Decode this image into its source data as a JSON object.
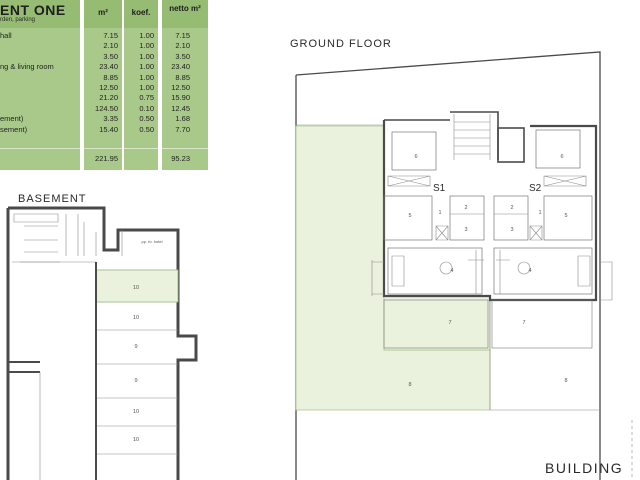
{
  "table": {
    "title": "ENT ONE",
    "subtitle": "rden, parking",
    "headers": {
      "m2": "m²",
      "koef": "koef.",
      "netto": "netto m²"
    },
    "rows": [
      {
        "name": "hall",
        "m2": "7.15",
        "koef": "1.00",
        "netto": "7.15"
      },
      {
        "name": "",
        "m2": "2.10",
        "koef": "1.00",
        "netto": "2.10"
      },
      {
        "name": "",
        "m2": "3.50",
        "koef": "1.00",
        "netto": "3.50"
      },
      {
        "name": "ng & living room",
        "m2": "23.40",
        "koef": "1.00",
        "netto": "23.40"
      },
      {
        "name": "",
        "m2": "8.85",
        "koef": "1.00",
        "netto": "8.85"
      },
      {
        "name": "",
        "m2": "12.50",
        "koef": "1.00",
        "netto": "12.50"
      },
      {
        "name": "",
        "m2": "21.20",
        "koef": "0.75",
        "netto": "15.90"
      },
      {
        "name": "",
        "m2": "124.50",
        "koef": "0.10",
        "netto": "12.45"
      },
      {
        "name": "ement)",
        "m2": "3.35",
        "koef": "0.50",
        "netto": "1.68"
      },
      {
        "name": "sement)",
        "m2": "15.40",
        "koef": "0.50",
        "netto": "7.70"
      }
    ],
    "total": {
      "m2": "221.95",
      "netto": "95.23"
    }
  },
  "plans": {
    "ground_floor_label": "GROUND FLOOR",
    "basement_label": "BASEMENT",
    "building_label": "BUILDING",
    "unit_labels": [
      "S1",
      "S2"
    ],
    "room_numbers": [
      "6",
      "5",
      "4",
      "7",
      "8",
      "1",
      "2",
      "3",
      "9",
      "10"
    ],
    "basement_room": "pp. fo. hotel"
  },
  "colors": {
    "accent_green": "#a9c98a",
    "garden_fill": "#eaf1dc",
    "wall": "#4a4a4a"
  }
}
